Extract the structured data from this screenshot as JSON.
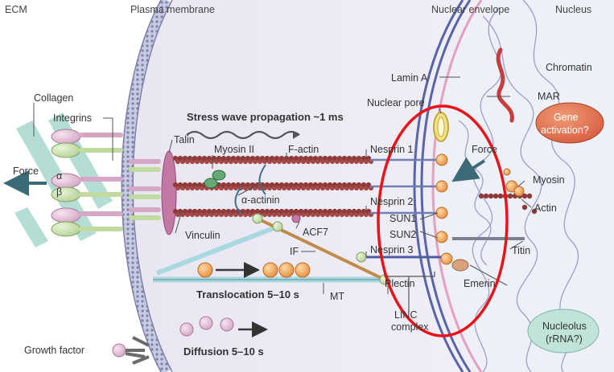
{
  "headers": {
    "ecm": "ECM",
    "plasma_membrane": "Plasma membrane",
    "nuclear_envelope": "Nuclear envelope",
    "nucleus": "Nucleus"
  },
  "labels": {
    "collagen": "Collagen",
    "integrins": "Integrins",
    "force_left": "Force",
    "alpha": "α",
    "beta": "β",
    "talin": "Talin",
    "myosin_ii": "Myosin II",
    "f_actin": "F-actin",
    "alpha_actinin": "α-actinin",
    "vinculin": "Vinculin",
    "acf7": "ACF7",
    "if": "IF",
    "mt": "MT",
    "plectin": "Plectin",
    "growth_factor": "Growth factor",
    "stress_wave": "Stress wave propagation ~1 ms",
    "translocation": "Translocation 5–10 s",
    "diffusion": "Diffusion 5–10 s",
    "lamin_a": "Lamin A",
    "nuclear_pore": "Nuclear pore",
    "nesprin1": "Nesprin 1",
    "nesprin2": "Nesprin 2",
    "nesprin3": "Nesprin 3",
    "sun1": "SUN1",
    "sun2": "SUN2",
    "linc": "LINC",
    "complex": "complex",
    "force_right": "Force",
    "emerin": "Emerin",
    "titin": "Titin",
    "chromatin": "Chromatin",
    "mar": "MAR",
    "gene_line1": "Gene",
    "gene_line2": "activation?",
    "myosin": "Myosin",
    "actin": "Actin",
    "nucleolus_line1": "Nucleolus",
    "nucleolus_line2": "(rRNA?)"
  },
  "colors": {
    "background": "#ffffff",
    "cytoplasm": "#ece9f4",
    "membrane": "#8d8fb6",
    "actin": "#8e3a3a",
    "nuclear_membrane": "#5865a8",
    "nucleus_fill": "#eef0f8",
    "pink_lamina": "#e2a2bd",
    "orange_particle": "#f0a860",
    "integrin_green": "#cfe0b4",
    "collagen_teal": "#a8d8d0",
    "highlight_ring": "#e8141a"
  }
}
